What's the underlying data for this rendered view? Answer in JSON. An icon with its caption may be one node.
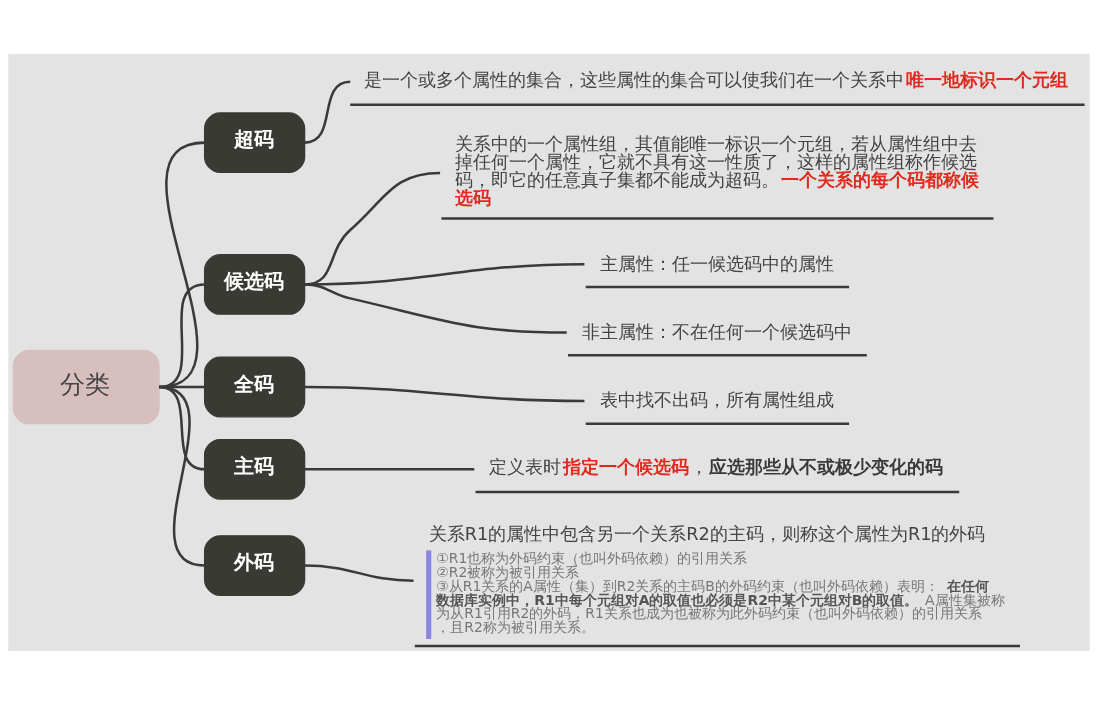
{
  "diagram": {
    "nodes": [
      {
        "text": [
          "分类"
        ]
      },
      {
        "text": [
          "超码"
        ]
      },
      {
        "text": [
          "是一个或多个属性的集合，这些属性的集合可以使我们在一个关系中**唯一地标识一个元组**"
        ]
      },
      {
        "text": [
          "候选码"
        ]
      },
      {
        "text": [
          "关系中的一个属性组，其值能唯一标识一个元组，若从属性组中去掉任何一个属性，它就不具有这一性质了，这样的属性组称作候选码，即它的任意真子集都不能成为超码。**一个关系的每个码都称候选码**"
        ]
      },
      {
        "text": [
          "主属性：任一候选码中的属性"
        ]
      },
      {
        "text": [
          "非主属性：不在任何一个候选码中"
        ]
      },
      {
        "text": [
          "全码"
        ]
      },
      {
        "text": [
          "表中找不出码，所有属性组成"
        ]
      },
      {
        "text": [
          "主码"
        ]
      },
      {
        "text": [
          "定义表时**指定一个候选码**，**应选那些从不或极少变化的码**"
        ]
      },
      {
        "text": [
          "外码"
        ]
      },
      {
        "text": [
          "关系R1的属性中包含另一个关系R2的主码，则称这个属性为R1的外码",
          "①R1也称为外码约束（也叫外码依赖）的引用关系",
          "②R2被称为被引用关系",
          "③从R1关系的A属性（集）到R2关系的主码B的外码约束（也叫外码依赖）表明：**在任何数据库实例中，R1中每个元组对A的取值也必须是R2中某个元组对B的取值。**A属性集被称为从R1引用R2的外码，R1关系也成为也被称为此外码约束（也叫外码依赖）的引用关系，且R2称为被引用关系。"
        ]
      }
    ],
    "edges": [
      {
        "from": 0,
        "to": 1,
        "arrow": "none"
      },
      {
        "from": 0,
        "to": 3,
        "arrow": "none"
      },
      {
        "from": 0,
        "to": 7,
        "arrow": "none"
      },
      {
        "from": 0,
        "to": 9,
        "arrow": "none"
      },
      {
        "from": 0,
        "to": 11,
        "arrow": "none"
      },
      {
        "from": 1,
        "to": 2,
        "arrow": "none"
      },
      {
        "from": 3,
        "to": 4,
        "arrow": "none"
      },
      {
        "from": 3,
        "to": 5,
        "arrow": "none"
      },
      {
        "from": 3,
        "to": 6,
        "arrow": "none"
      },
      {
        "from": 7,
        "to": 8,
        "arrow": "none"
      },
      {
        "from": 9,
        "to": 10,
        "arrow": "none"
      },
      {
        "from": 11,
        "to": 12,
        "arrow": "none"
      }
    ]
  }
}
